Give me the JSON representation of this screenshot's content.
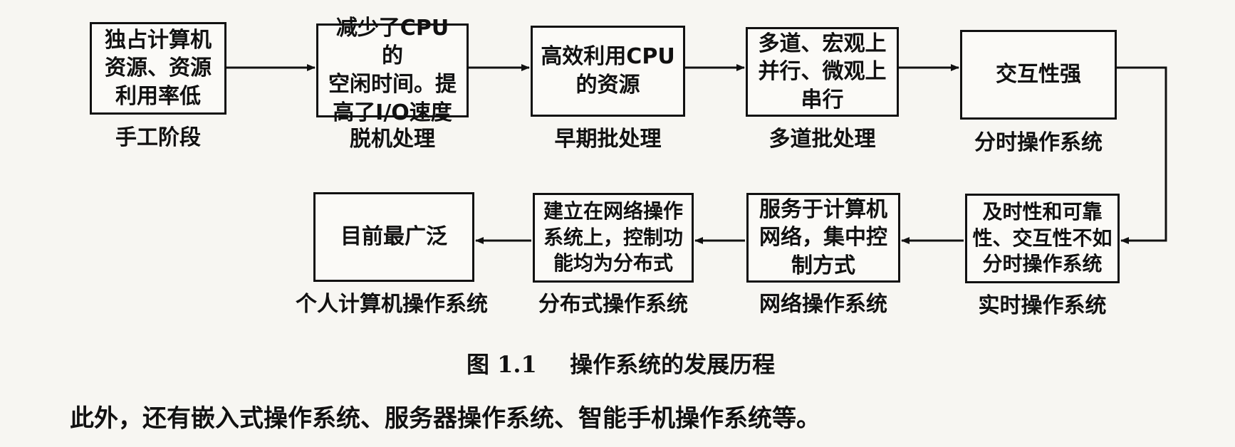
{
  "stages_row1": [
    {
      "box_text": "独占计算机\n资源、资源\n利用率低",
      "label": "手工阶段"
    },
    {
      "box_text": "减少了CPU的\n空闲时间。提\n高了I/O速度",
      "label": "脱机处理"
    },
    {
      "box_text": "高效利用CPU\n的资源",
      "label": "早期批处理"
    },
    {
      "box_text": "多道、宏观上\n并行、微观上\n串行",
      "label": "多道批处理"
    },
    {
      "box_text": "交互性强",
      "label": "分时操作系统"
    }
  ],
  "stages_row2": [
    {
      "box_text": "及时性和可靠\n性、交互性不如\n分时操作系统",
      "label": "实时操作系统"
    },
    {
      "box_text": "服务于计算机\n网络，集中控\n制方式",
      "label": "网络操作系统"
    },
    {
      "box_text": "建立在网络操作\n系统上，控制功\n能均为分布式",
      "label": "分布式操作系统"
    },
    {
      "box_text": "目前最广泛",
      "label": "个人计算机操作系统"
    }
  ],
  "caption": {
    "number": "图 1.1",
    "title": "操作系统的发展历程"
  },
  "paragraph": "此外，还有嵌入式操作系统、服务器操作系统、智能手机操作系统等。"
}
